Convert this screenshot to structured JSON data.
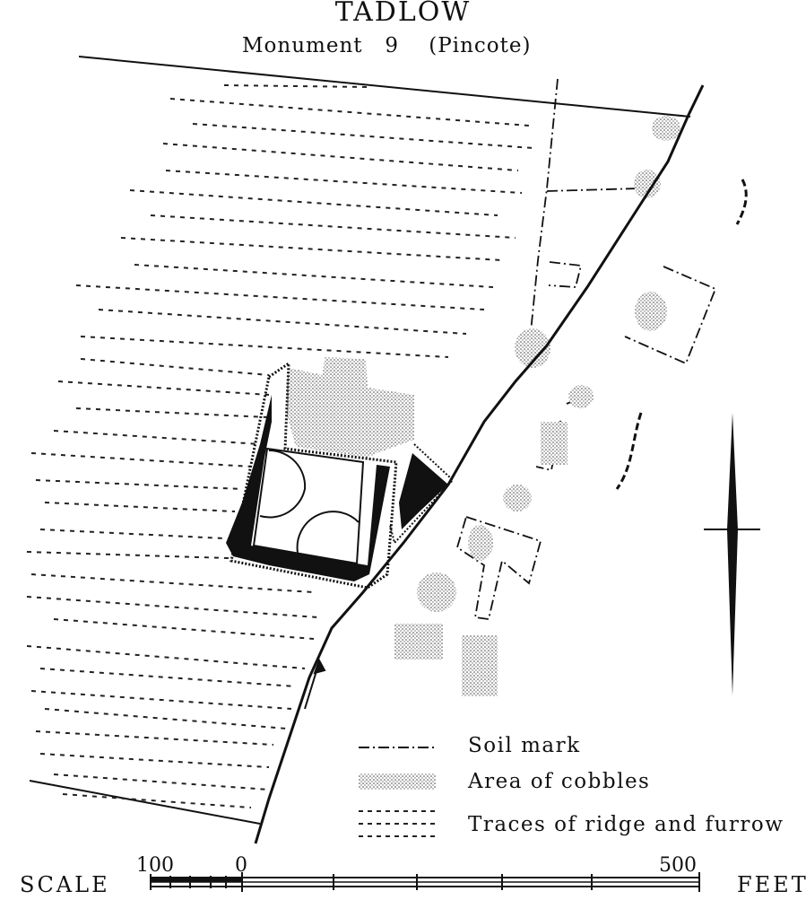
{
  "header": {
    "title": "TADLOW",
    "subtitle": "Monument   9    (Pincote)"
  },
  "legend": {
    "items": [
      {
        "label": "Soil  mark",
        "symbol": "dash-dot-line"
      },
      {
        "label": "Area  of  cobbles",
        "symbol": "stipple"
      },
      {
        "label": "Traces  of  ridge  and  furrow",
        "symbol": "dotted-lines"
      }
    ]
  },
  "scale": {
    "label": "SCALE",
    "unit": "FEET",
    "ticks": [
      "100",
      "0",
      "500"
    ]
  },
  "map": {
    "north_arrow": "north-arrow",
    "ink_color": "#111111"
  }
}
